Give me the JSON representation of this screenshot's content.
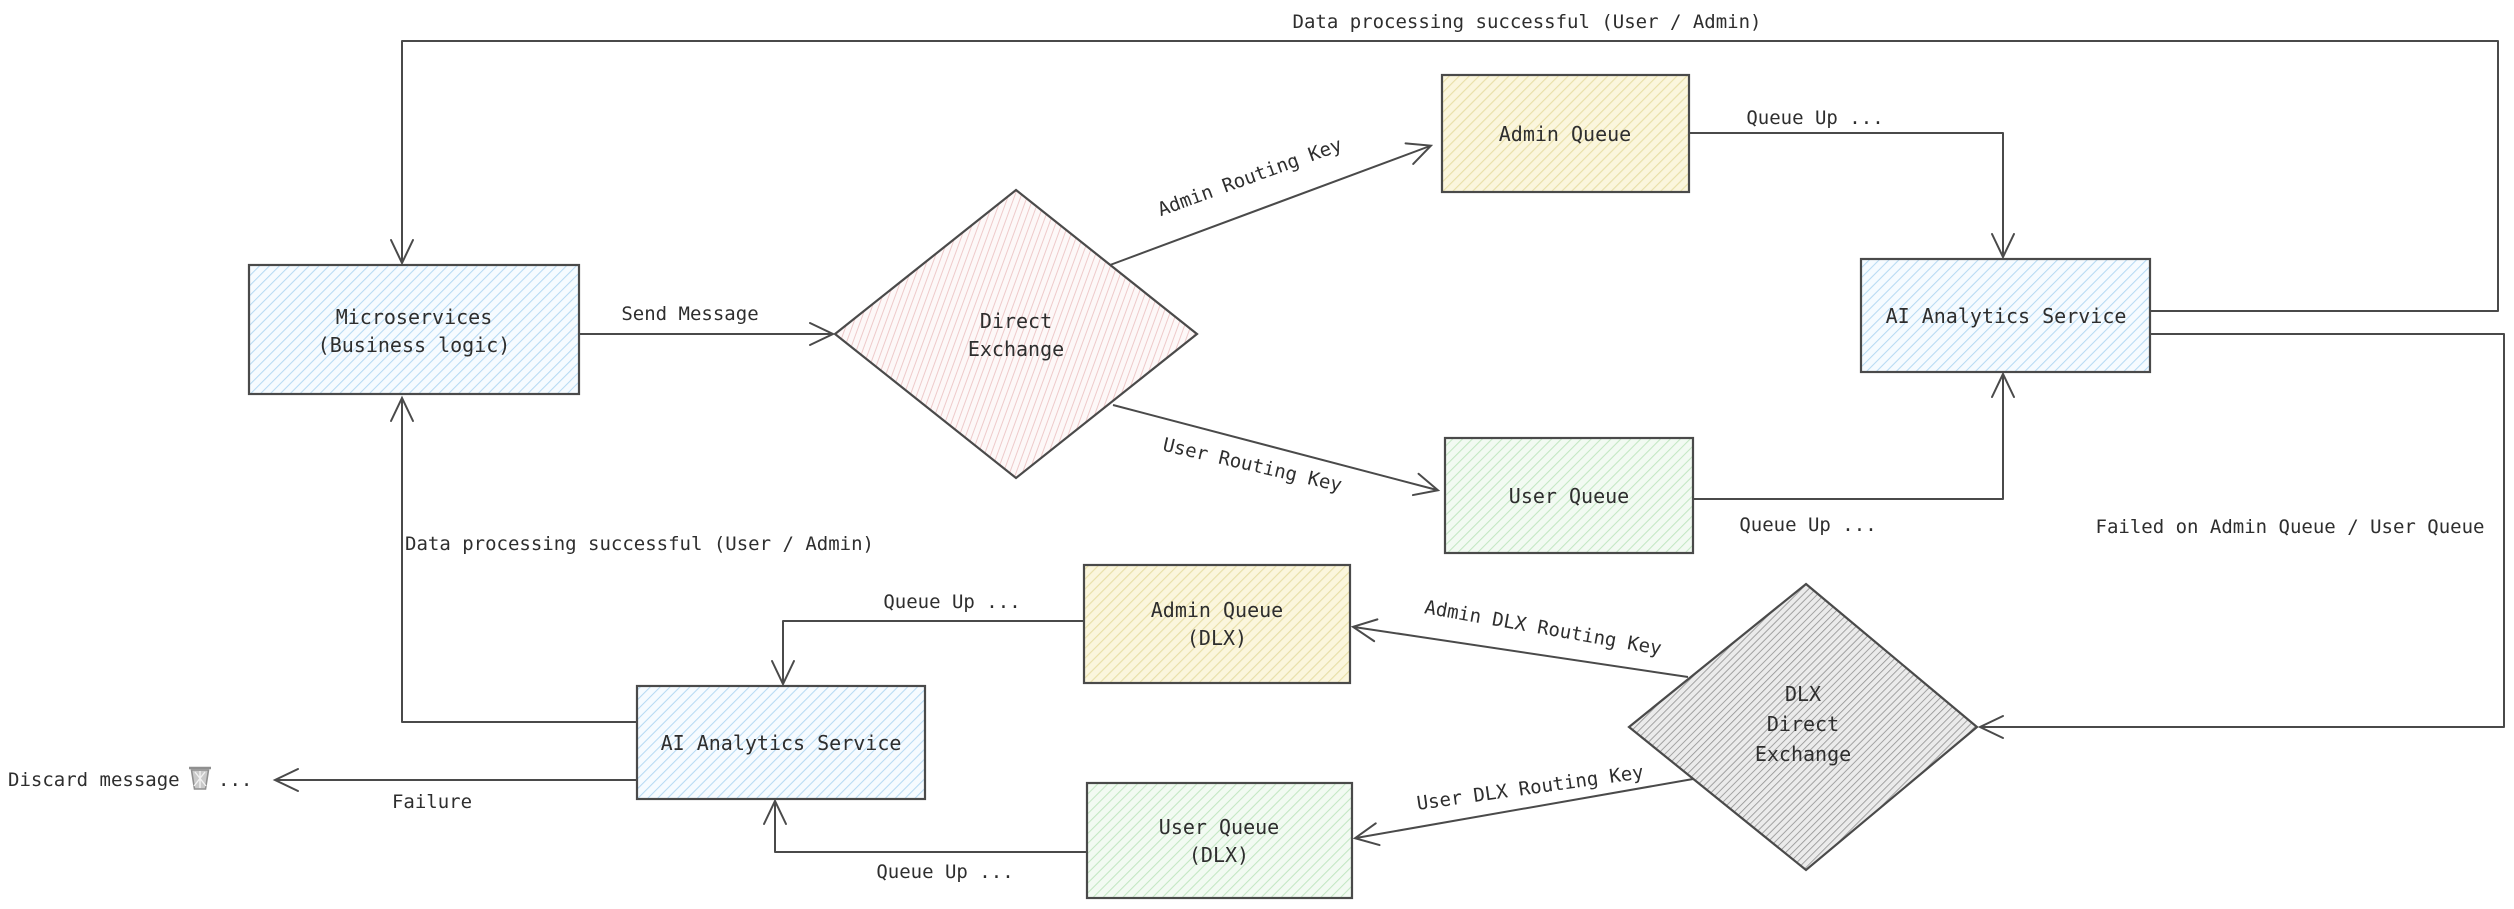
{
  "diagram": {
    "type": "flowchart",
    "background": "#ffffff",
    "nodes": {
      "microservices": {
        "shape": "rectangle",
        "fill_style": "blue-hatch",
        "lines": [
          "Microservices",
          "(Business logic)"
        ]
      },
      "direct_exchange": {
        "shape": "diamond",
        "fill_style": "pink-hatch",
        "lines": [
          "Direct",
          "Exchange"
        ]
      },
      "admin_queue": {
        "shape": "rectangle",
        "fill_style": "yellow-hatch",
        "lines": [
          "Admin Queue"
        ]
      },
      "user_queue": {
        "shape": "rectangle",
        "fill_style": "green-hatch",
        "lines": [
          "User Queue"
        ]
      },
      "ai_analytics_main": {
        "shape": "rectangle",
        "fill_style": "blue-hatch",
        "lines": [
          "AI Analytics Service"
        ]
      },
      "dlx_direct_exchange": {
        "shape": "diamond",
        "fill_style": "gray-hatch",
        "lines": [
          "DLX",
          "Direct",
          "Exchange"
        ]
      },
      "admin_queue_dlx": {
        "shape": "rectangle",
        "fill_style": "yellow-hatch",
        "lines": [
          "Admin Queue",
          "(DLX)"
        ]
      },
      "user_queue_dlx": {
        "shape": "rectangle",
        "fill_style": "green-hatch",
        "lines": [
          "User Queue",
          "(DLX)"
        ]
      },
      "ai_analytics_dlx": {
        "shape": "rectangle",
        "fill_style": "blue-hatch",
        "lines": [
          "AI Analytics Service"
        ]
      }
    },
    "edge_labels": {
      "send_message": "Send Message",
      "admin_routing_key": "Admin Routing Key",
      "user_routing_key": "User Routing Key",
      "queue_up_admin": "Queue Up ...",
      "queue_up_user": "Queue Up ...",
      "success_top": "Data processing successful (User / Admin)",
      "failed_on": "Failed on Admin Queue / User Queue",
      "admin_dlx_routing_key": "Admin DLX Routing Key",
      "user_dlx_routing_key": "User DLX Routing Key",
      "queue_up_admin_dlx": "Queue Up ...",
      "queue_up_user_dlx": "Queue Up ...",
      "success_mid": "Data processing successful (User / Admin)",
      "failure": "Failure",
      "discard_prefix": "Discard message",
      "discard_suffix": "..."
    },
    "icons": {
      "trash": "wastebasket-icon"
    },
    "colors": {
      "line": "#4a4a4a",
      "text": "#2e2e2e",
      "node_border": "#4a4a4a",
      "blue_bg": "#f6fbff",
      "blue_hatch": "#b7daf3",
      "yellow_bg": "#fbf6dd",
      "yellow_hatch": "#e8dfa8",
      "green_bg": "#f2faf2",
      "green_hatch": "#c3e7c3",
      "pink_bg": "#fdf8f8",
      "pink_hatch": "#eecaca",
      "gray_bg": "#ebebeb",
      "gray_hatch": "#909090",
      "trash": "#a9a9a9"
    }
  }
}
